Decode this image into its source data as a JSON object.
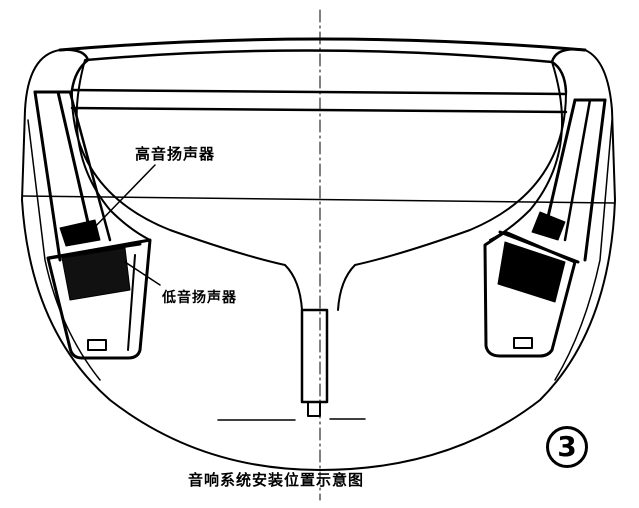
{
  "diagram": {
    "subject": "car audio system installation cross-section",
    "labels": {
      "tweeter": "高音扬声器",
      "woofer": "低音扬声器"
    },
    "caption": "音响系统安装位置示意图",
    "figure_number": "3",
    "colors": {
      "ink": "#000000",
      "background": "#ffffff"
    }
  }
}
